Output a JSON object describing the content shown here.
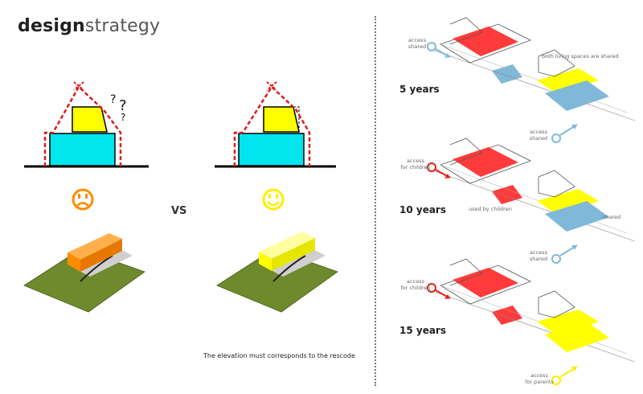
{
  "title": {
    "bold": "design",
    "light": "strategy"
  },
  "comparison": {
    "vs": "VS",
    "note": "The elevation must corresponds to the rescode",
    "question_marks": [
      "?",
      "?",
      "?"
    ]
  },
  "colors": {
    "cyan": "#00e5ee",
    "yellow": "#ffff00",
    "orange": "#ff8c00",
    "red": "#e02020",
    "green": "#6e8a2c",
    "blue": "#7fb8d8",
    "redzone": "#ff3b3b"
  },
  "icons": {
    "sad": "sad-face-icon",
    "happy": "happy-face-icon"
  },
  "stages": [
    {
      "years": "5 years",
      "labels": {
        "access_top": [
          "access",
          "shared"
        ],
        "shared_note": "both living spaces are shared",
        "access_bottom": [
          "access",
          "shared"
        ]
      }
    },
    {
      "years": "10 years",
      "labels": {
        "access_top": [
          "access",
          "for children"
        ],
        "used_by": "used by children",
        "shared_note": "shared",
        "access_bottom": [
          "access",
          "shared"
        ]
      }
    },
    {
      "years": "15 years",
      "labels": {
        "access_top": [
          "access",
          "for children"
        ],
        "access_bottom": [
          "access",
          "for parents"
        ]
      }
    }
  ]
}
